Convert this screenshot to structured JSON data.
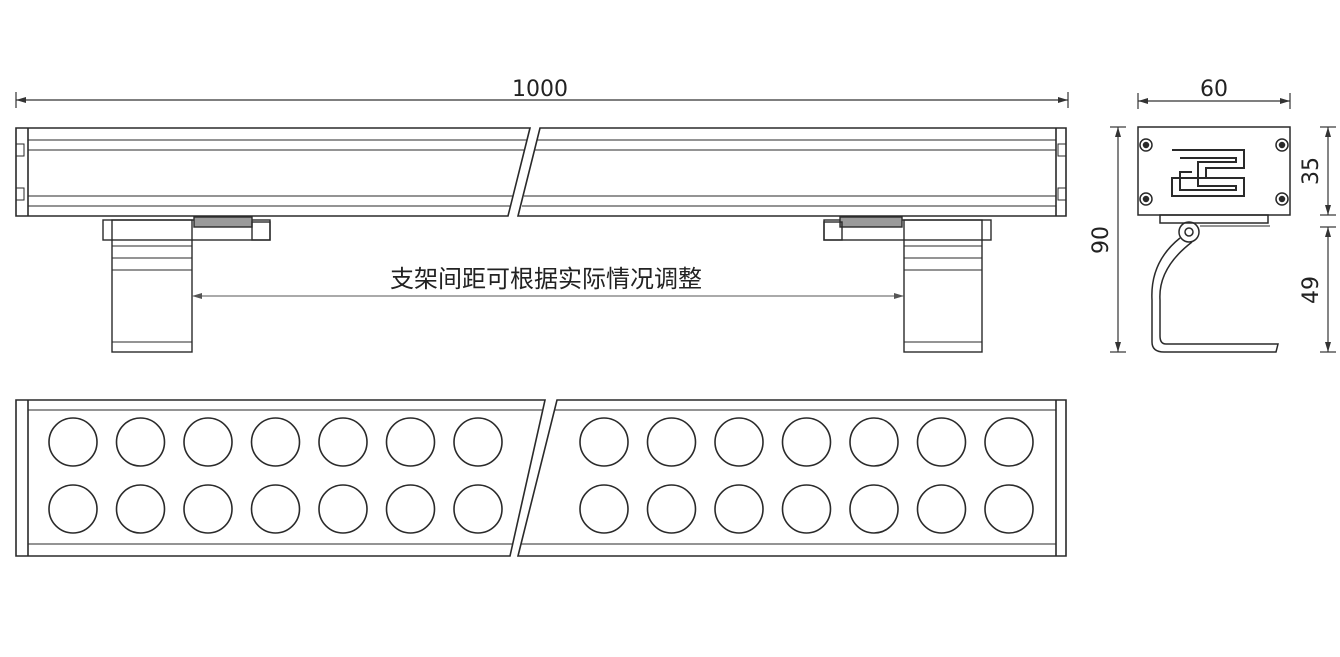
{
  "dimensions": {
    "length": "1000",
    "width": "60",
    "height": "90",
    "upper_height": "35",
    "lower_height": "49"
  },
  "note": "支架间距可根据实际情况调整",
  "led_grid": {
    "rows": 2,
    "per_row_each_half": 7
  },
  "colors": {
    "line": "#2a2a2a",
    "light_line": "#8a8a8a",
    "bg": "#ffffff"
  }
}
